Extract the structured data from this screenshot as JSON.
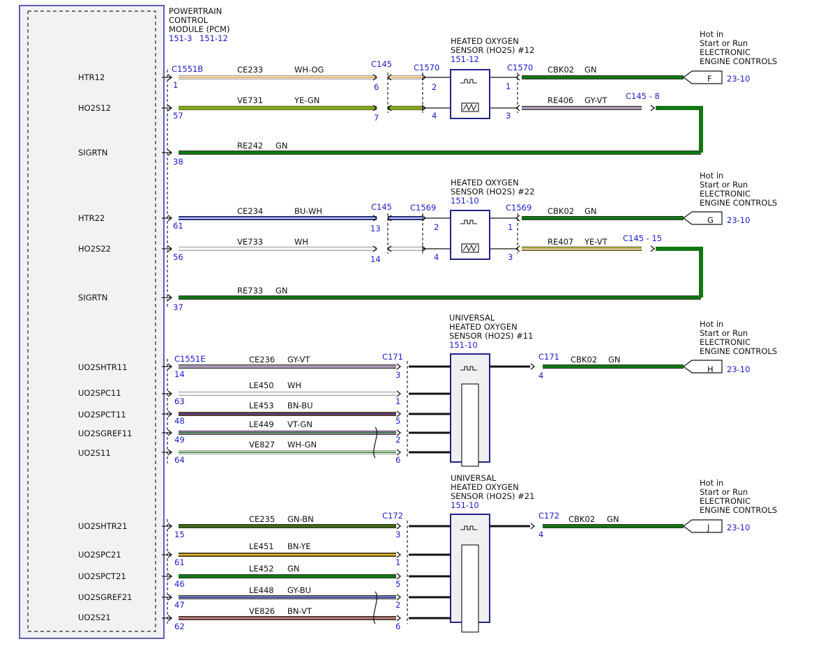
{
  "pcm": {
    "title": [
      "POWERTRAIN",
      "CONTROL",
      "MODULE (PCM)"
    ],
    "ref1": "151-3",
    "ref2": "151-12"
  },
  "colors": {
    "GN": "#117711",
    "WH": "#f4f4f4",
    "OG": "#e89a3a",
    "YE": "#e8e820",
    "BU": "#2233cc",
    "GY": "#9a9a9a",
    "VT": "#b98ad0",
    "BN": "#8a4a1a",
    "blue_text": "#1a1acc",
    "box_blue": "#22228a",
    "box_fill": "#f0f0f0"
  },
  "pins": [
    {
      "label": "HTR12",
      "pin": "1"
    },
    {
      "label": "HO2S12",
      "pin": "57"
    },
    {
      "label": "SIGRTN",
      "pin": "38"
    },
    {
      "label": "HTR22",
      "pin": "61"
    },
    {
      "label": "HO2S22",
      "pin": "56"
    },
    {
      "label": "SIGRTN",
      "pin": "37"
    },
    {
      "label": "UO2SHTR11",
      "pin": "14"
    },
    {
      "label": "UO2SPC11",
      "pin": "63"
    },
    {
      "label": "UO2SPCT11",
      "pin": "48"
    },
    {
      "label": "UO2SGREF11",
      "pin": "49"
    },
    {
      "label": "UO2S11",
      "pin": "64"
    },
    {
      "label": "UO2SHTR21",
      "pin": "15"
    },
    {
      "label": "UO2SPC21",
      "pin": "61"
    },
    {
      "label": "UO2SPCT21",
      "pin": "46"
    },
    {
      "label": "UO2SGREF21",
      "pin": "47"
    },
    {
      "label": "UO2S21",
      "pin": "62"
    }
  ],
  "wires": [
    {
      "circuit": "CE233",
      "color_code": "WH-OG"
    },
    {
      "circuit": "VE731",
      "color_code": "YE-GN"
    },
    {
      "circuit": "RE242",
      "color_code": "GN"
    },
    {
      "circuit": "CE234",
      "color_code": "BU-WH"
    },
    {
      "circuit": "VE733",
      "color_code": "WH"
    },
    {
      "circuit": "RE733",
      "color_code": "GN"
    },
    {
      "circuit": "CE236",
      "color_code": "GY-VT"
    },
    {
      "circuit": "LE450",
      "color_code": "WH"
    },
    {
      "circuit": "LE453",
      "color_code": "BN-BU"
    },
    {
      "circuit": "LE449",
      "color_code": "VT-GN"
    },
    {
      "circuit": "VE827",
      "color_code": "WH-GN"
    },
    {
      "circuit": "CE235",
      "color_code": "GN-BN"
    },
    {
      "circuit": "LE451",
      "color_code": "BN-YE"
    },
    {
      "circuit": "LE452",
      "color_code": "GN"
    },
    {
      "circuit": "LE448",
      "color_code": "GY-BU"
    },
    {
      "circuit": "VE826",
      "color_code": "BN-VT"
    }
  ],
  "connectors": {
    "pcm_c1": "C1551B",
    "pcm_c2": "C1551E",
    "c145": "C145",
    "c1570": "C1570",
    "c1569": "C1569",
    "c171": "C171",
    "c172": "C172",
    "c145_8": "C145 - 8",
    "c145_15": "C145  - 15"
  },
  "inline_pins": {
    "s1": [
      "6",
      "7",
      "2",
      "4",
      "1",
      "3"
    ],
    "s2": [
      "13",
      "14",
      "2",
      "4",
      "1",
      "3"
    ],
    "s3": [
      "3",
      "1",
      "5",
      "2",
      "6",
      "4"
    ],
    "s4": [
      "3",
      "1",
      "5",
      "2",
      "6",
      "4"
    ]
  },
  "return_wires": [
    {
      "circuit": "RE406",
      "color_code": "GY-VT"
    },
    {
      "circuit": "RE407",
      "color_code": "YE-VT"
    }
  ],
  "sensors": [
    {
      "lines": [
        "HEATED OXYGEN",
        "SENSOR (HO2S) #12"
      ],
      "ref": "151-12"
    },
    {
      "lines": [
        "HEATED OXYGEN",
        "SENSOR (HO2S) #22"
      ],
      "ref": "151-10"
    },
    {
      "lines": [
        "UNIVERSAL",
        "HEATED OXYGEN",
        "SENSOR (HO2S) #11"
      ],
      "ref": "151-10"
    },
    {
      "lines": [
        "UNIVERSAL",
        "HEATED OXYGEN",
        "SENSOR (HO2S) #21"
      ],
      "ref": "151-10"
    }
  ],
  "power": [
    {
      "lines": [
        "Hot in",
        "Start or Run",
        "ELECTRONIC",
        "ENGINE CONTROLS"
      ],
      "circuit": "CBK02",
      "color_code": "GN",
      "terminal": "F",
      "ref": "23-10"
    },
    {
      "lines": [
        "Hot in",
        "Start or Run",
        "ELECTRONIC",
        "ENGINE CONTROLS"
      ],
      "circuit": "CBK02",
      "color_code": "GN",
      "terminal": "G",
      "ref": "23-10"
    },
    {
      "lines": [
        "Hot in",
        "Start or Run",
        "ELECTRONIC",
        "ENGINE CONTROLS"
      ],
      "circuit": "CBK02",
      "color_code": "GN",
      "terminal": "H",
      "ref": "23-10"
    },
    {
      "lines": [
        "Hot in",
        "Start or Run",
        "ELECTRONIC",
        "ENGINE CONTROLS"
      ],
      "circuit": "CBK02",
      "color_code": "GN",
      "terminal": "J",
      "ref": "23-10"
    }
  ]
}
